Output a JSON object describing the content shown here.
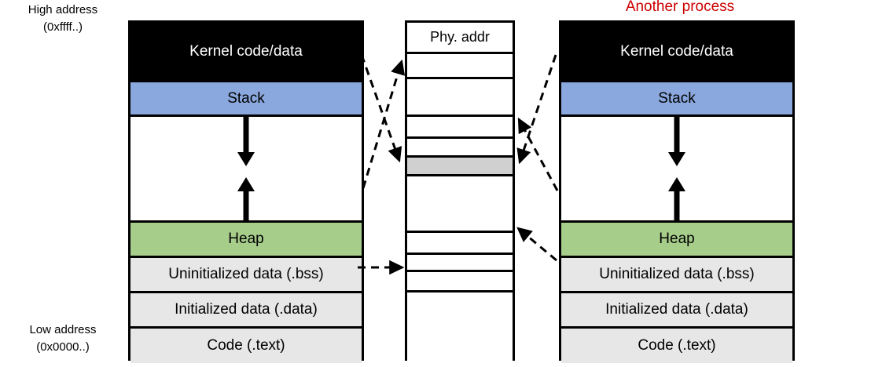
{
  "title": {
    "another_process": "Another process"
  },
  "address_labels": {
    "high": {
      "line1": "High address",
      "line2": "(0xffff..)"
    },
    "low": {
      "line1": "Low address",
      "line2": "(0x0000..)"
    }
  },
  "colors": {
    "kernel": "#000000",
    "stack": "#8aa8dd",
    "heap": "#a6cd8a",
    "data": "#e7e7e7",
    "gap": "#ffffff",
    "phy_filled": "#d0d0d0",
    "outline": "#000000",
    "title_red": "#cc0000"
  },
  "virtual_memory": {
    "left_process": {
      "segments": [
        {
          "label": "Kernel code/data",
          "kind": "kernel"
        },
        {
          "label": "Stack",
          "kind": "stack"
        },
        {
          "label": "",
          "kind": "gap"
        },
        {
          "label": "Heap",
          "kind": "heap"
        },
        {
          "label": "Uninitialized data (.bss)",
          "kind": "data"
        },
        {
          "label": "Initialized data (.data)",
          "kind": "data"
        },
        {
          "label": "Code (.text)",
          "kind": "data"
        }
      ]
    },
    "right_process": {
      "segments": [
        {
          "label": "Kernel code/data",
          "kind": "kernel"
        },
        {
          "label": "Stack",
          "kind": "stack"
        },
        {
          "label": "",
          "kind": "gap"
        },
        {
          "label": "Heap",
          "kind": "heap"
        },
        {
          "label": "Uninitialized data (.bss)",
          "kind": "data"
        },
        {
          "label": "Initialized data (.data)",
          "kind": "data"
        },
        {
          "label": "Code (.text)",
          "kind": "data"
        }
      ]
    }
  },
  "physical_memory": {
    "header": "Phy. addr",
    "rows": [
      {
        "label": "",
        "filled": false
      },
      {
        "label": "",
        "filled": false
      },
      {
        "label": "",
        "filled": false
      },
      {
        "label": "",
        "filled": false
      },
      {
        "label": "",
        "filled": true
      },
      {
        "label": "",
        "filled": false
      },
      {
        "label": "",
        "filled": false
      },
      {
        "label": "",
        "filled": false
      },
      {
        "label": "",
        "filled": false
      },
      {
        "label": "",
        "filled": false
      }
    ]
  },
  "mapping_arrows": [
    {
      "name": "left-kernel-to-phy-filled",
      "from": "left kernel code/data",
      "to": "physical filled row"
    },
    {
      "name": "left-gap-to-phy-row2",
      "from": "left stack region",
      "to": "physical row 2"
    },
    {
      "name": "left-bss-to-phy-row8",
      "from": "left uninitialized data",
      "to": "physical row 8"
    },
    {
      "name": "right-kernel-to-phy-filled",
      "from": "right kernel code/data",
      "to": "physical filled row"
    },
    {
      "name": "right-gap-to-phy-row4",
      "from": "right stack region",
      "to": "physical row 4"
    },
    {
      "name": "right-bss-to-phy-row7",
      "from": "right uninitialized data",
      "to": "physical row 7"
    }
  ]
}
